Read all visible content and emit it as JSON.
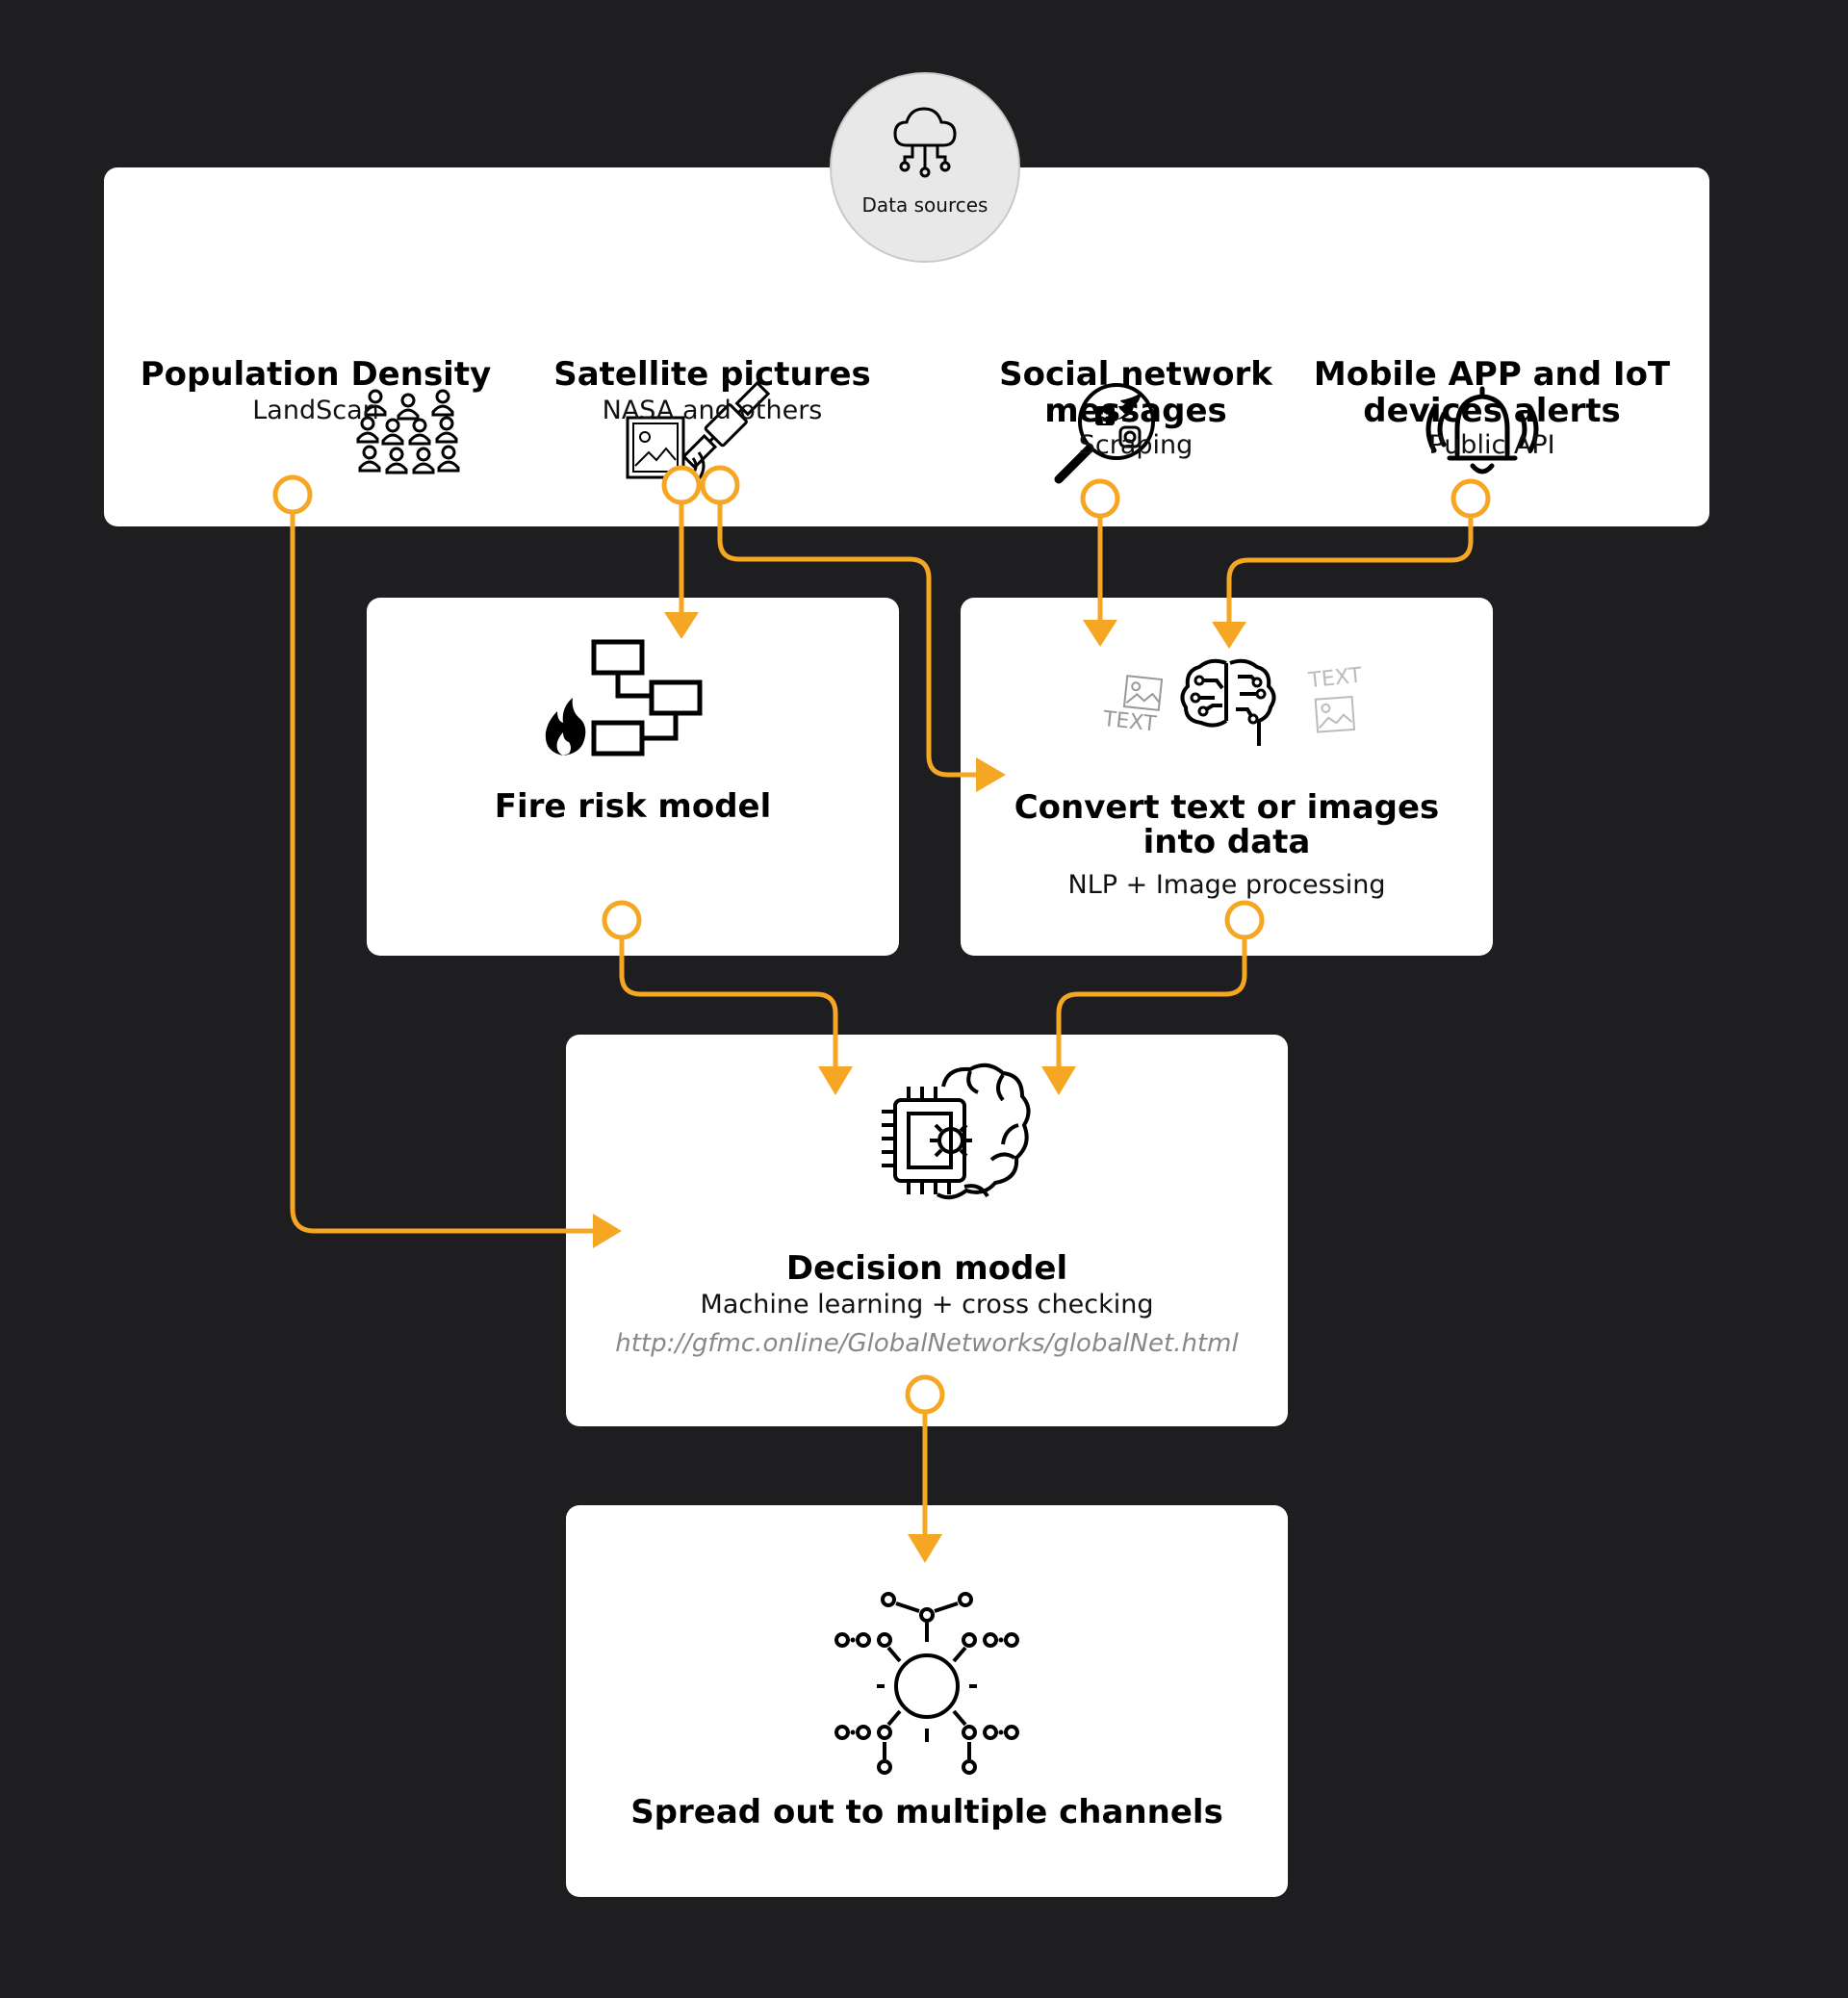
{
  "badge": {
    "label": "Data sources",
    "icon": "cloud-network-icon"
  },
  "sources": [
    {
      "title": "Population Density",
      "subtitle": "LandScan",
      "icon": "crowd-icon"
    },
    {
      "title": "Satellite pictures",
      "subtitle": "NASA and others",
      "icon": "satellite-icon"
    },
    {
      "title_lines": [
        "Social network",
        "messages"
      ],
      "subtitle": "Scraping",
      "icon": "social-search-icon"
    },
    {
      "title_lines": [
        "Mobile APP and IoT",
        "devices alerts"
      ],
      "subtitle": "Public API",
      "icon": "bell-alert-icon"
    }
  ],
  "fire_model": {
    "title": "Fire risk model",
    "icon": "fire-flowchart-icon"
  },
  "convert": {
    "title_lines": [
      "Convert text or images",
      "into data"
    ],
    "subtitle": "NLP + Image processing",
    "icon": "ai-brain-icon",
    "doc_text": "TEXT"
  },
  "decision": {
    "title": "Decision model",
    "subtitle": "Machine learning + cross checking",
    "url": "http://gfmc.online/GlobalNetworks/globalNet.html",
    "icon": "chip-brain-gear-icon"
  },
  "spread": {
    "title": "Spread out to multiple channels",
    "icon": "network-hub-icon"
  },
  "colors": {
    "background": "#1e1e20",
    "card": "#ffffff",
    "connector": "#f5a623",
    "badge": "#e8e8e8"
  }
}
